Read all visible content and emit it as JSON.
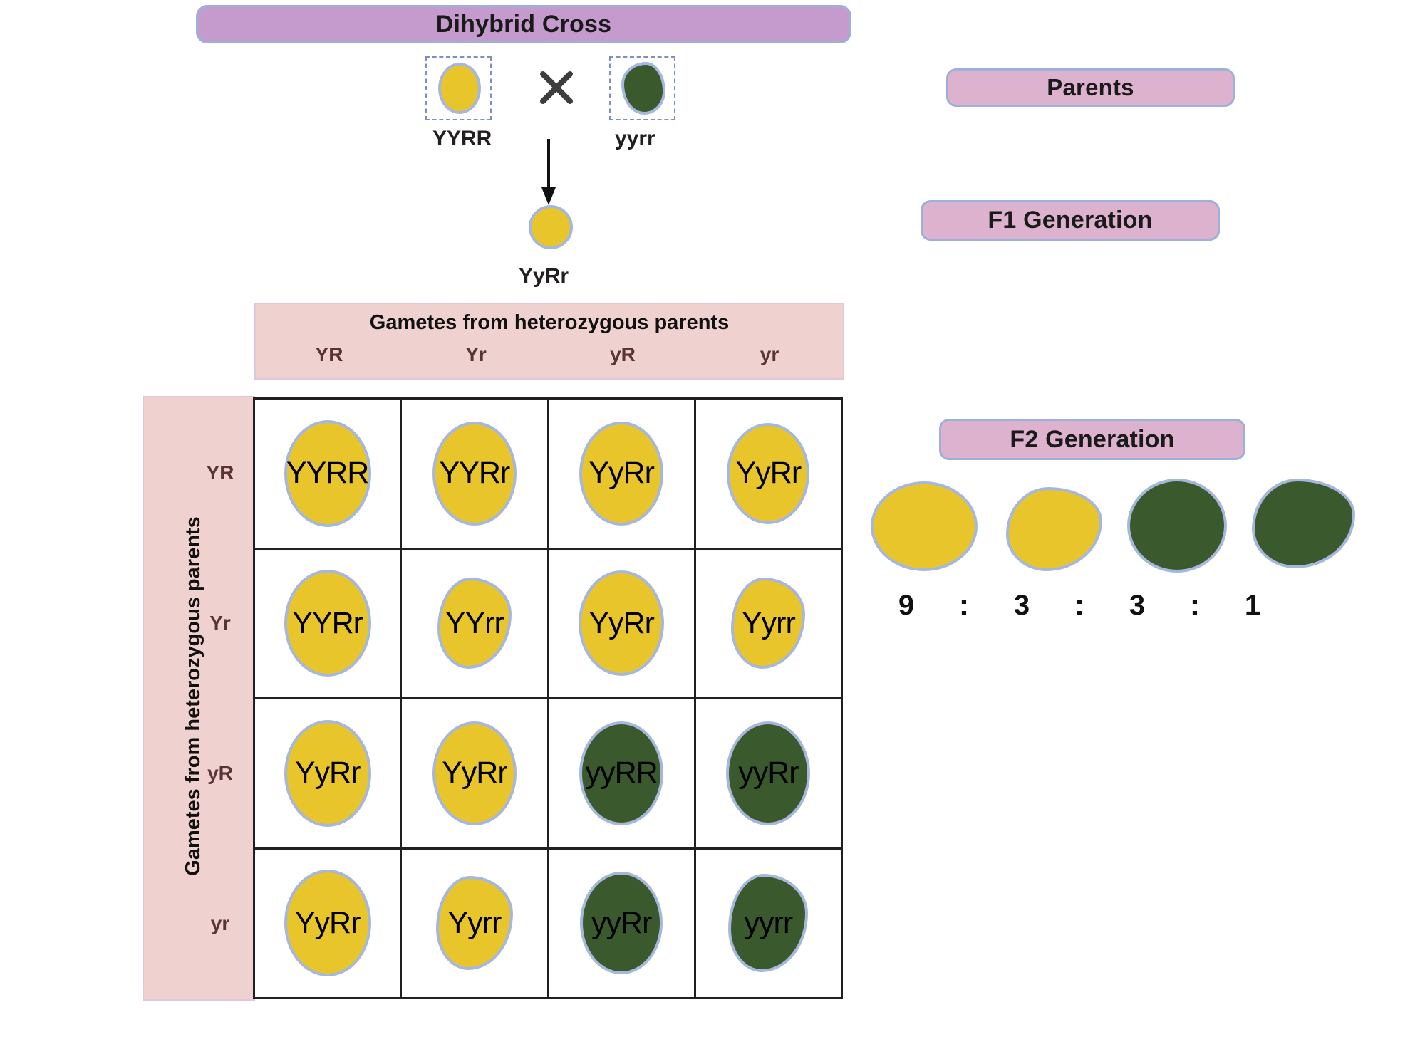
{
  "title": "Dihybrid Cross",
  "banners": {
    "parents": "Parents",
    "f1": "F1 Generation",
    "f2": "F2 Generation"
  },
  "cross": {
    "parent_a_genotype": "YYRR",
    "parent_b_genotype": "yyrr",
    "cross_symbol": "×",
    "f1_genotype": "YyRr"
  },
  "punnett": {
    "column_header_title": "Gametes from heterozygous parents",
    "row_header_title": "Gametes from heterozygous parents",
    "column_gametes": [
      "YR",
      "Yr",
      "yR",
      "yr"
    ],
    "row_gametes": [
      "YR",
      "Yr",
      "yR",
      "yr"
    ],
    "cells": [
      [
        {
          "genotype": "YYRR",
          "color": "yellow",
          "shape": "round"
        },
        {
          "genotype": "YYRr",
          "color": "yellow",
          "shape": "round"
        },
        {
          "genotype": "YyRr",
          "color": "yellow",
          "shape": "round"
        },
        {
          "genotype": "YyRr",
          "color": "yellow",
          "shape": "round"
        }
      ],
      [
        {
          "genotype": "YYRr",
          "color": "yellow",
          "shape": "round"
        },
        {
          "genotype": "YYrr",
          "color": "yellow",
          "shape": "wrinkled"
        },
        {
          "genotype": "YyRr",
          "color": "yellow",
          "shape": "round"
        },
        {
          "genotype": "Yyrr",
          "color": "yellow",
          "shape": "wrinkled"
        }
      ],
      [
        {
          "genotype": "YyRr",
          "color": "yellow",
          "shape": "round"
        },
        {
          "genotype": "YyRr",
          "color": "yellow",
          "shape": "round"
        },
        {
          "genotype": "yyRR",
          "color": "green",
          "shape": "round"
        },
        {
          "genotype": "yyRr",
          "color": "green",
          "shape": "round"
        }
      ],
      [
        {
          "genotype": "YyRr",
          "color": "yellow",
          "shape": "round"
        },
        {
          "genotype": "Yyrr",
          "color": "yellow",
          "shape": "wrinkled"
        },
        {
          "genotype": "yyRr",
          "color": "green",
          "shape": "round"
        },
        {
          "genotype": "yyrr",
          "color": "green",
          "shape": "wrinkled"
        }
      ]
    ]
  },
  "f2_phenotypes": [
    {
      "color": "yellow",
      "shape": "round",
      "count": "9"
    },
    {
      "color": "yellow",
      "shape": "wrinkled",
      "count": "3"
    },
    {
      "color": "green",
      "shape": "round",
      "count": "3"
    },
    {
      "color": "green",
      "shape": "wrinkled",
      "count": "1"
    }
  ],
  "ratio_separator": ":",
  "colors": {
    "yellow_seed": "#E8C52B",
    "green_seed": "#3A5A2E",
    "seed_outline": "#A6B7DE",
    "title_banner": "#C49BCC",
    "side_banner": "#DDB2CE",
    "punnett_band": "#EFD1D0",
    "gamete_text": "#5A3336"
  }
}
